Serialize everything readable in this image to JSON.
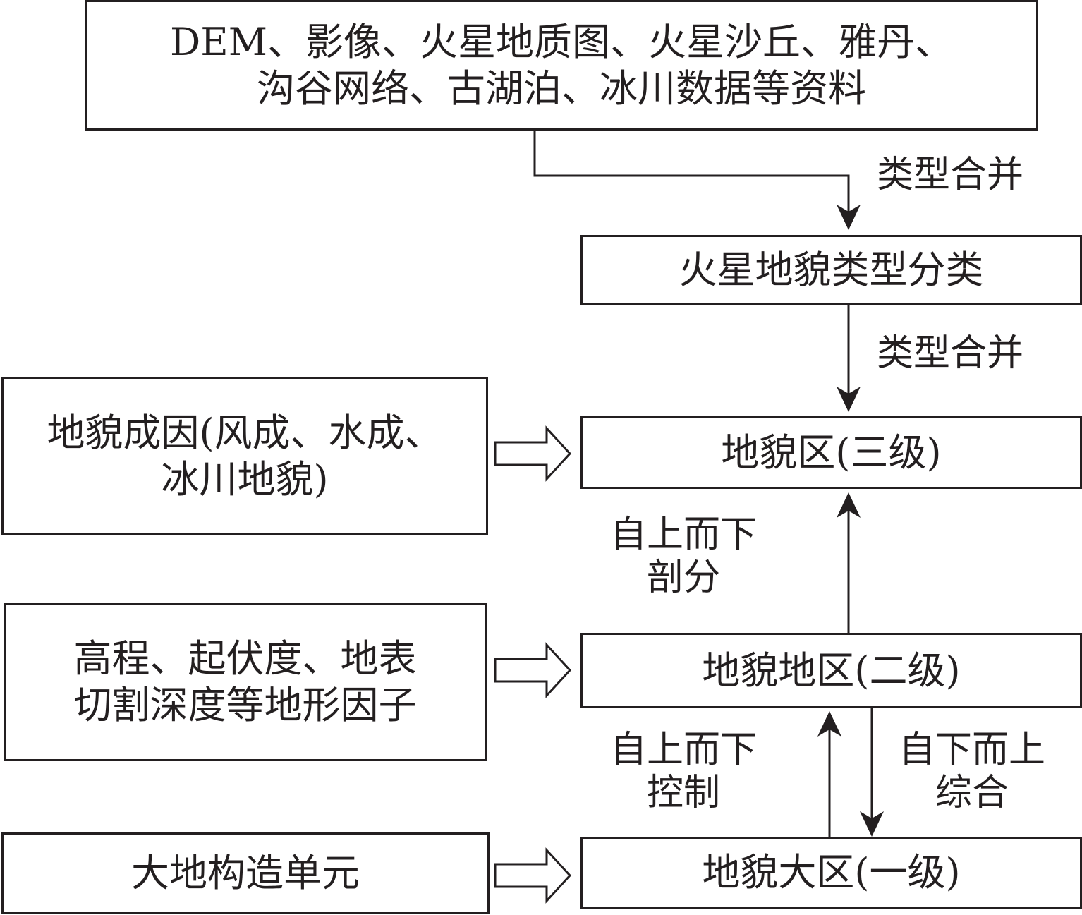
{
  "boxes": {
    "sources": "DEM、影像、火星地质图、火星沙丘、雅丹、\n沟谷网络、古湖泊、冰川数据等资料",
    "mars_classification": "火星地貌类型分类",
    "level3": "地貌区(三级)",
    "level2": "地貌地区(二级)",
    "level1": "地貌大区(一级)",
    "genesis": "地貌成因(风成、水成、\n冰川地貌)",
    "terrain_factors": "高程、起伏度、地表\n切割深度等地形因子",
    "tectonic": "大地构造单元"
  },
  "labels": {
    "merge_top": "类型合并",
    "merge_middle": "类型合并",
    "topdown_division": "自上而下\n剖分",
    "topdown_control": "自上而下\n控制",
    "bottomup_synthesis": "自下而上\n综合"
  },
  "colors": {
    "stroke": "#231f20",
    "background": "#ffffff"
  }
}
